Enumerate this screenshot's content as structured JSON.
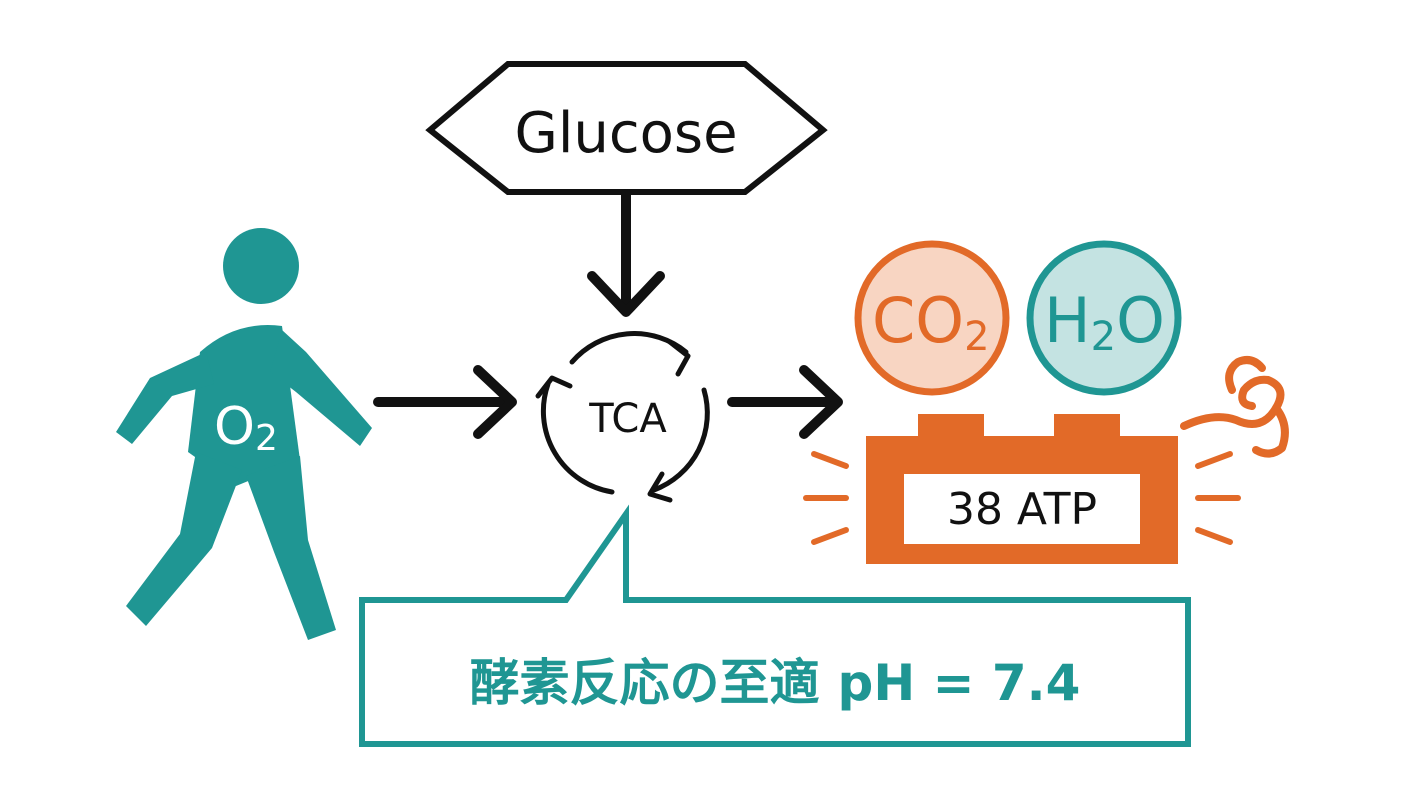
{
  "colors": {
    "teal": "#1f9693",
    "teal_light": "#c4e3e2",
    "orange": "#e26a28",
    "orange_light": "#f8d5c2",
    "black": "#111111"
  },
  "labels": {
    "glucose": "Glucose",
    "tca": "TCA",
    "oxygen_main": "O",
    "oxygen_sub": "2",
    "co2_main": "CO",
    "co2_sub": "2",
    "h2o_h": "H",
    "h2o_sub": "2",
    "h2o_o": "O",
    "atp": "38 ATP",
    "callout_jp": "酵素反応の至適",
    "callout_ph": "pH = 7.4"
  },
  "icons": [
    "walking-person-icon",
    "cycle-arrows-icon",
    "battery-icon",
    "flexed-arm-icon"
  ]
}
